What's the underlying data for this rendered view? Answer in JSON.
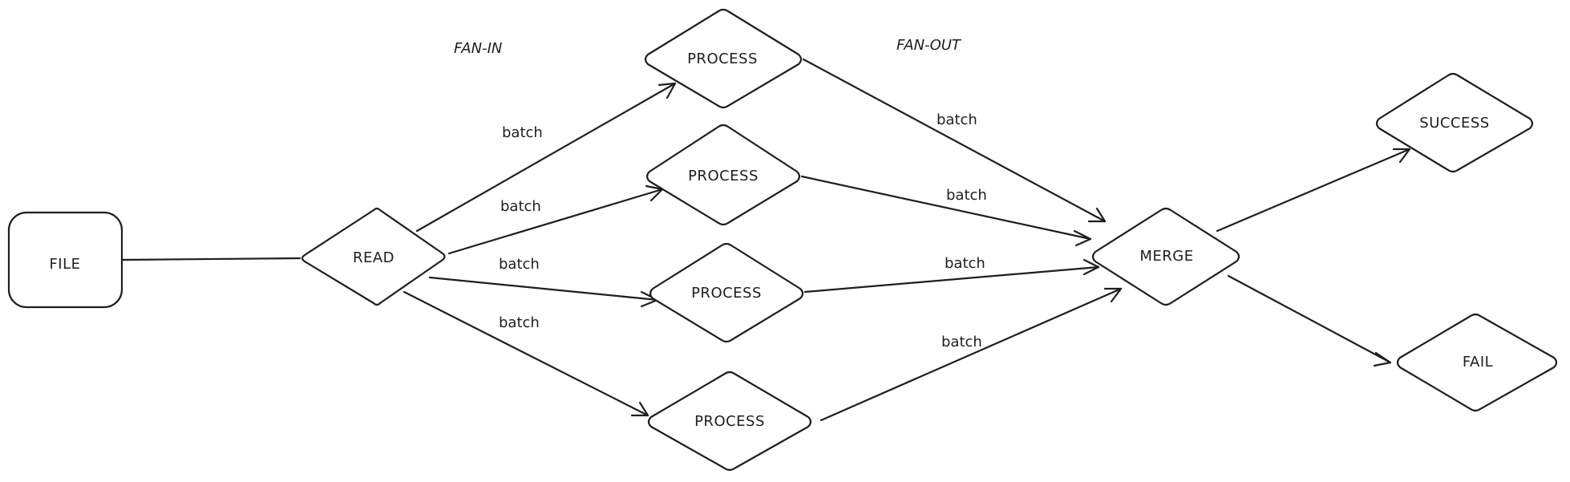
{
  "annotations": {
    "fan_in": "FAN-IN",
    "fan_out": "FAN-OUT"
  },
  "nodes": {
    "file": "FILE",
    "read": "READ",
    "process_1": "PROCESS",
    "process_2": "PROCESS",
    "process_3": "PROCESS",
    "process_4": "PROCESS",
    "merge": "MERGE",
    "success": "SUCCESS",
    "fail": "FAIL"
  },
  "edges": {
    "read_to_process_1": "batch",
    "read_to_process_2": "batch",
    "read_to_process_3": "batch",
    "read_to_process_4": "batch",
    "process_1_to_merge": "batch",
    "process_2_to_merge": "batch",
    "process_3_to_merge": "batch",
    "process_4_to_merge": "batch"
  },
  "style": {
    "stroke_color": "#1e1e1e",
    "background": "#ffffff"
  }
}
